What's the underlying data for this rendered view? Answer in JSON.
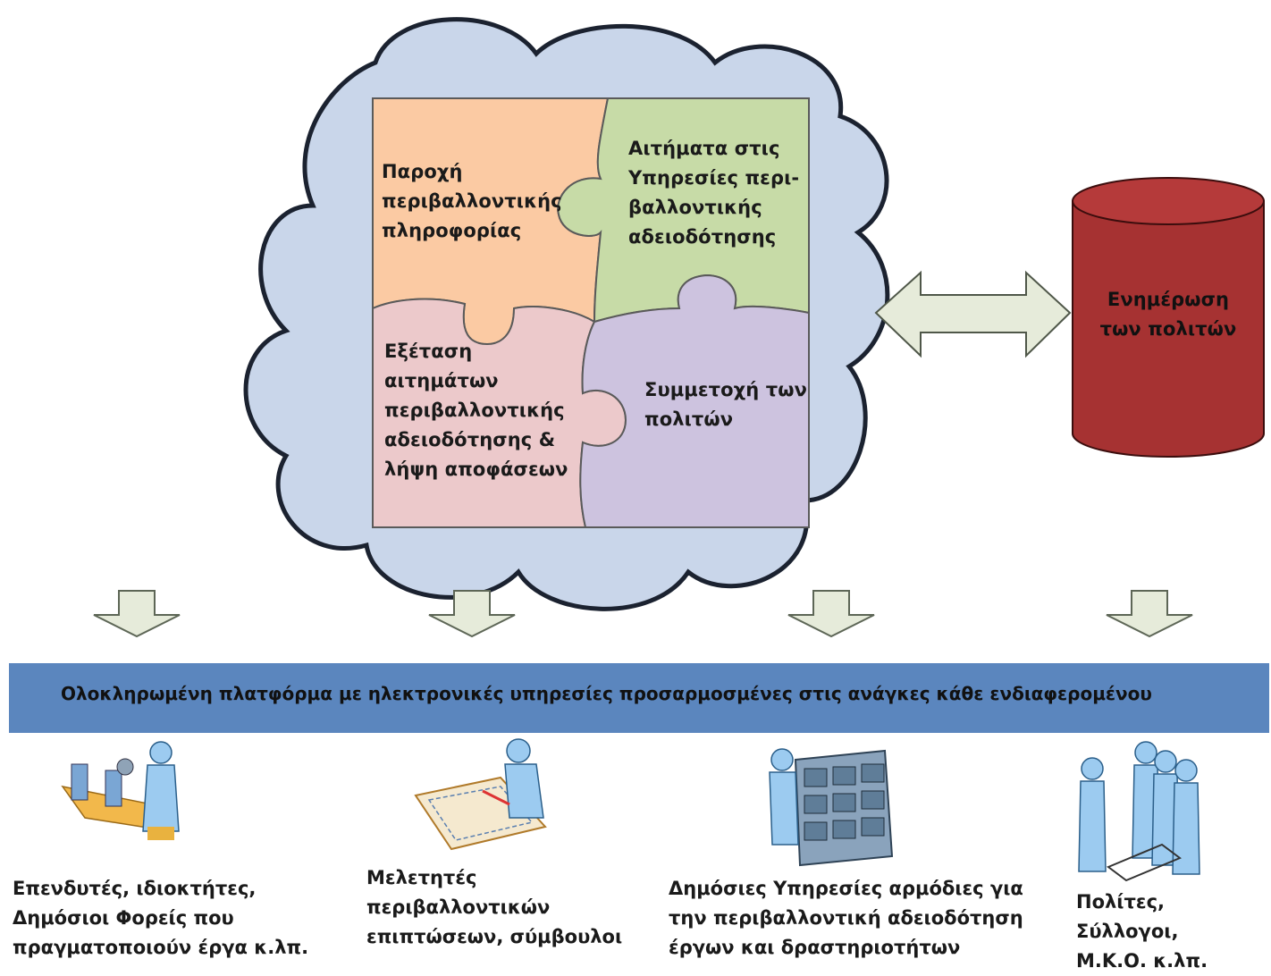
{
  "puzzle": {
    "top_left": "Παροχή\nπεριβαλλοντικής\nπληροφορίας",
    "top_right": "Αιτήματα στις\nΥπηρεσίες περι-\nβαλλοντικής\nαδειοδότησης",
    "bottom_left": "Εξέταση\nαιτημάτων\nπεριβαλλοντικής\nαδειοδότησης &\nλήψη αποφάσεων",
    "bottom_right": "Συμμετοχή των\nπολιτών"
  },
  "database": {
    "label": "Ενημέρωση\nτων πολιτών"
  },
  "platform": {
    "label": "Ολοκληρωμένη πλατφόρμα με ηλεκτρονικές υπηρεσίες προσαρμοσμένες στις ανάγκες κάθε ενδιαφερομένου"
  },
  "stakeholders": [
    {
      "label": "Επενδυτές, ιδιοκτήτες,\nΔημόσιοι Φορείς που\nπραγματοποιούν έργα κ.λπ.",
      "icon": "factory-worker-icon"
    },
    {
      "label": "Μελετητές\nπεριβαλλοντικών\nεπιπτώσεων, σύμβουλοι",
      "icon": "designer-icon"
    },
    {
      "label": "Δημόσιες Υπηρεσίες αρμόδιες για\nτην περιβαλλοντική αδειοδότηση\nέργων και δραστηριοτήτων",
      "icon": "server-operator-icon"
    },
    {
      "label": "Πολίτες, Σύλλογοι,\nΜ.Κ.Ο. κ.λπ.",
      "icon": "people-group-icon"
    }
  ],
  "colors": {
    "cloud": "#c9d6ea",
    "piece_orange": "#fbcaa3",
    "piece_green": "#c7dba7",
    "piece_pink": "#ecc9cb",
    "piece_purple": "#cdc3df",
    "cylinder": "#a63232",
    "banner": "#5b86be",
    "arrow": "#e6ebda"
  }
}
